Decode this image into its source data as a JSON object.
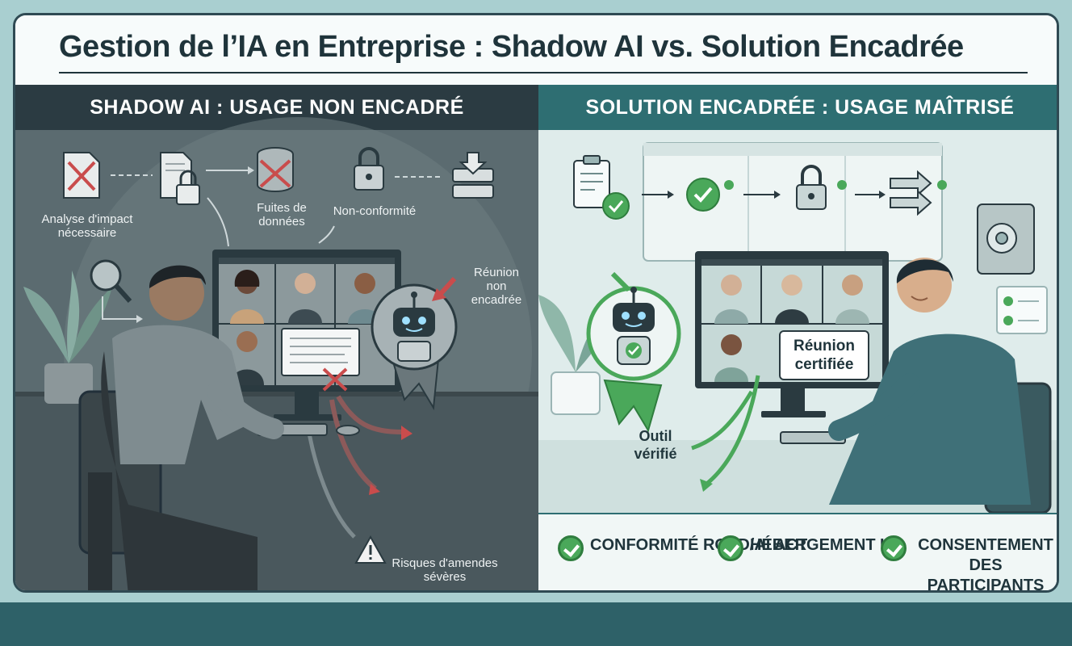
{
  "title": "Gestion de l’IA en Entreprise : Shadow AI vs. Solution Encadrée",
  "left": {
    "header": "SHADOW AI : USAGE NON ENCADRÉ",
    "labels": {
      "impact": "Analyse d'impact nécessaire",
      "leaks": "Fuites de données",
      "noncompliance": "Non-conformité",
      "meeting": "Réunion non encadrée",
      "fines": "Risques d'amendes sévères"
    }
  },
  "right": {
    "header": "SOLUTION ENCADRÉE : USAGE MAÎTRISÉ",
    "labels": {
      "certified": "Réunion certifiée",
      "tool": "Outil vérifié"
    },
    "benefits": [
      {
        "label": "CONFORMITÉ RGPD/AI ACT"
      },
      {
        "label": "HÉBERGEMENT UE"
      },
      {
        "label": "CONSENTEMENT DES PARTICIPANTS"
      }
    ]
  },
  "colors": {
    "dark_panel": "#5b6b70",
    "light_panel": "#dfeceb",
    "teal_header": "#2e6e72",
    "dark_header": "#2b3b42",
    "alert_red": "#c94c4c",
    "ok_green": "#4aa85a"
  },
  "icons": [
    "document-crossed-icon",
    "document-lock-icon",
    "database-crossed-icon",
    "padlock-icon",
    "server-download-icon",
    "magnifier-icon",
    "robot-icon",
    "warning-icon",
    "clipboard-check-icon",
    "check-icon",
    "arrows-icon",
    "safe-icon",
    "checklist-icon",
    "plant-icon",
    "person-icon",
    "monitor-icon"
  ]
}
